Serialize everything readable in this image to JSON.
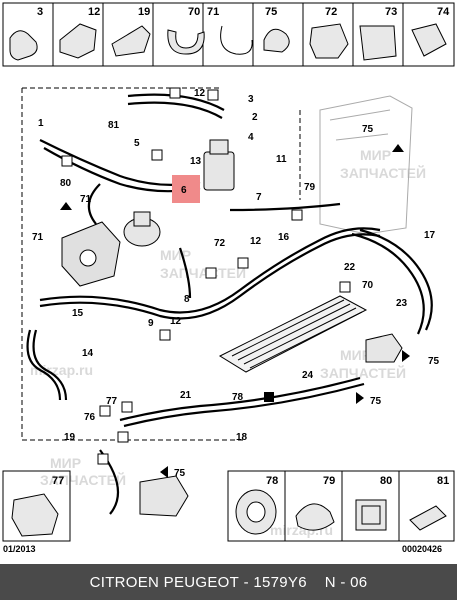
{
  "top_strip": [
    "3",
    "12",
    "19",
    "70",
    "71",
    "75",
    "72",
    "73",
    "74"
  ],
  "bottom_strip": [
    "77",
    "78",
    "79",
    "80",
    "81"
  ],
  "date_code": "01/2013",
  "drawing_code": "00020426",
  "callouts": {
    "c1": "1",
    "c2": "2",
    "c3": "3",
    "c4": "4",
    "c5": "5",
    "c6": "6",
    "c7": "7",
    "c8": "8",
    "c9": "9",
    "c11": "11",
    "c12a": "12",
    "c12b": "12",
    "c12c": "12",
    "c13": "13",
    "c14": "14",
    "c15": "15",
    "c16": "16",
    "c17": "17",
    "c18": "18",
    "c19": "19",
    "c21": "21",
    "c22": "22",
    "c23": "23",
    "c24": "24",
    "c70": "70",
    "c71a": "71",
    "c71b": "71",
    "c72": "72",
    "c75a": "75",
    "c75b": "75",
    "c75c": "75",
    "c75d": "75",
    "c76": "76",
    "c77": "77",
    "c78": "78",
    "c79": "79",
    "c80": "80",
    "c81": "81"
  },
  "watermark": [
    "МИР",
    "ЗАПЧАСТЕЙ",
    "mirzap.ru"
  ],
  "footer": {
    "brand": "CITROEN PEUGEOT",
    "part": "1579Y6",
    "catalog": "N - 06"
  }
}
